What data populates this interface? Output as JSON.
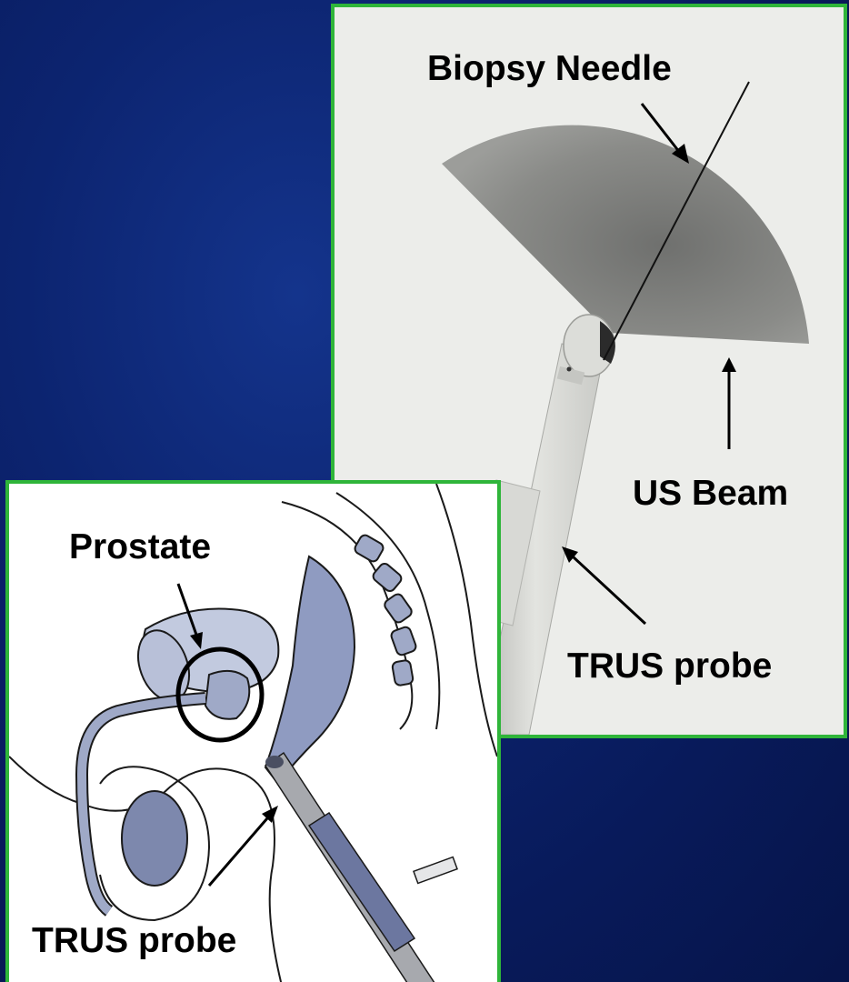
{
  "ultrasound_panel": {
    "labels": {
      "biopsy_needle": "Biopsy Needle",
      "us_beam": "US Beam",
      "trus_probe": "TRUS probe"
    }
  },
  "anatomy_panel": {
    "labels": {
      "prostate": "Prostate",
      "trus_probe": "TRUS probe"
    }
  },
  "colors": {
    "background": "#0c2470",
    "panel_border": "#2fb53a",
    "organ_fill": "#9fa9c7"
  }
}
